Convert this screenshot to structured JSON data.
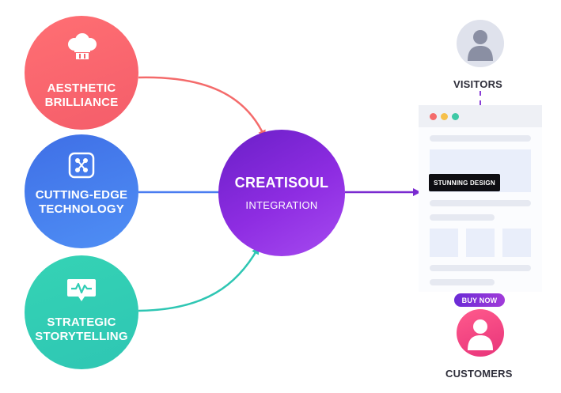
{
  "nodes": {
    "aesthetic": {
      "label_line1": "AESTHETIC",
      "label_line2": "BRILLIANCE",
      "icon": "chef-hat-icon",
      "color": "#f4646b"
    },
    "technology": {
      "label_line1": "CUTTING-EDGE",
      "label_line2": "TECHNOLOGY",
      "icon": "circuit-icon",
      "color": "#4a80f0"
    },
    "storytelling": {
      "label_line1": "STRATEGIC",
      "label_line2": "STORYTELLING",
      "icon": "chat-pulse-icon",
      "color": "#31cdb5"
    }
  },
  "core": {
    "title": "CREATISOUL",
    "subtitle": "INTEGRATION",
    "color": "#8e2de2"
  },
  "visitors": {
    "label": "VISITORS",
    "icon": "user-icon"
  },
  "customers": {
    "label": "CUSTOMERS",
    "icon": "user-icon"
  },
  "website": {
    "tag_label": "STUNNING DESIGN",
    "buy_label": "BUY NOW",
    "window_dots": [
      "#f46b6b",
      "#f6c04a",
      "#3ec9a6"
    ]
  }
}
